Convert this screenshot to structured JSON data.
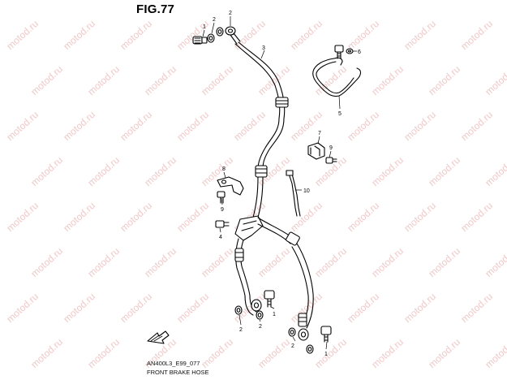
{
  "figure": {
    "title": "FIG.77",
    "drawing_code": "AN400L3_E99_077",
    "caption": "FRONT BRAKE HOSE"
  },
  "watermark": {
    "text": "motod.ru",
    "color": "#f0c9c9"
  },
  "callouts": [
    {
      "id": "c1a",
      "label": "1"
    },
    {
      "id": "c2a",
      "label": "2"
    },
    {
      "id": "c2b",
      "label": "2"
    },
    {
      "id": "c3",
      "label": "3"
    },
    {
      "id": "c6",
      "label": "6"
    },
    {
      "id": "c5",
      "label": "5"
    },
    {
      "id": "c7",
      "label": "7"
    },
    {
      "id": "c9a",
      "label": "9"
    },
    {
      "id": "c8",
      "label": "8"
    },
    {
      "id": "c10",
      "label": "10"
    },
    {
      "id": "c9b",
      "label": "9"
    },
    {
      "id": "c4",
      "label": "4"
    },
    {
      "id": "c1b",
      "label": "1"
    },
    {
      "id": "c2c",
      "label": "2"
    },
    {
      "id": "c2d",
      "label": "2"
    },
    {
      "id": "c1c",
      "label": "1"
    },
    {
      "id": "c2e",
      "label": "2"
    }
  ]
}
